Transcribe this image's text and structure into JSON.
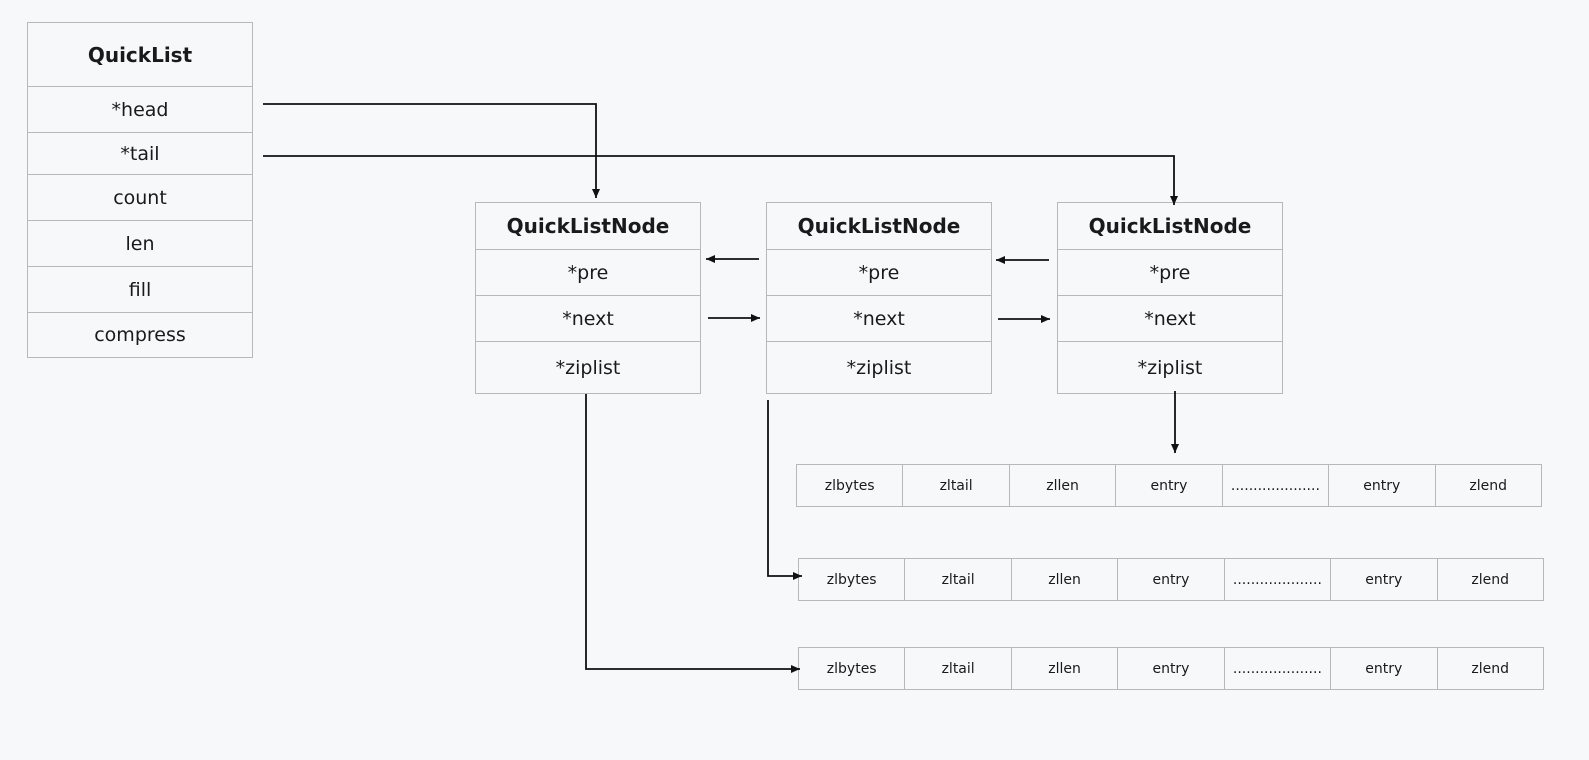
{
  "quicklist": {
    "title": "QuickList",
    "fields": [
      "*head",
      "*tail",
      "count",
      "len",
      "fill",
      "compress"
    ]
  },
  "nodes": [
    {
      "title": "QuickListNode",
      "fields": [
        "*pre",
        "*next",
        "*ziplist"
      ]
    },
    {
      "title": "QuickListNode",
      "fields": [
        "*pre",
        "*next",
        "*ziplist"
      ]
    },
    {
      "title": "QuickListNode",
      "fields": [
        "*pre",
        "*next",
        "*ziplist"
      ]
    }
  ],
  "ziplists": [
    {
      "cells": [
        "zlbytes",
        "zltail",
        "zllen",
        "entry",
        "....................",
        "entry",
        "zlend"
      ]
    },
    {
      "cells": [
        "zlbytes",
        "zltail",
        "zllen",
        "entry",
        "....................",
        "entry",
        "zlend"
      ]
    },
    {
      "cells": [
        "zlbytes",
        "zltail",
        "zllen",
        "entry",
        "....................",
        "entry",
        "zlend"
      ]
    }
  ],
  "colors": {
    "background": "#f7f8fa",
    "border": "#b8b8b8",
    "arrow": "#111111"
  }
}
